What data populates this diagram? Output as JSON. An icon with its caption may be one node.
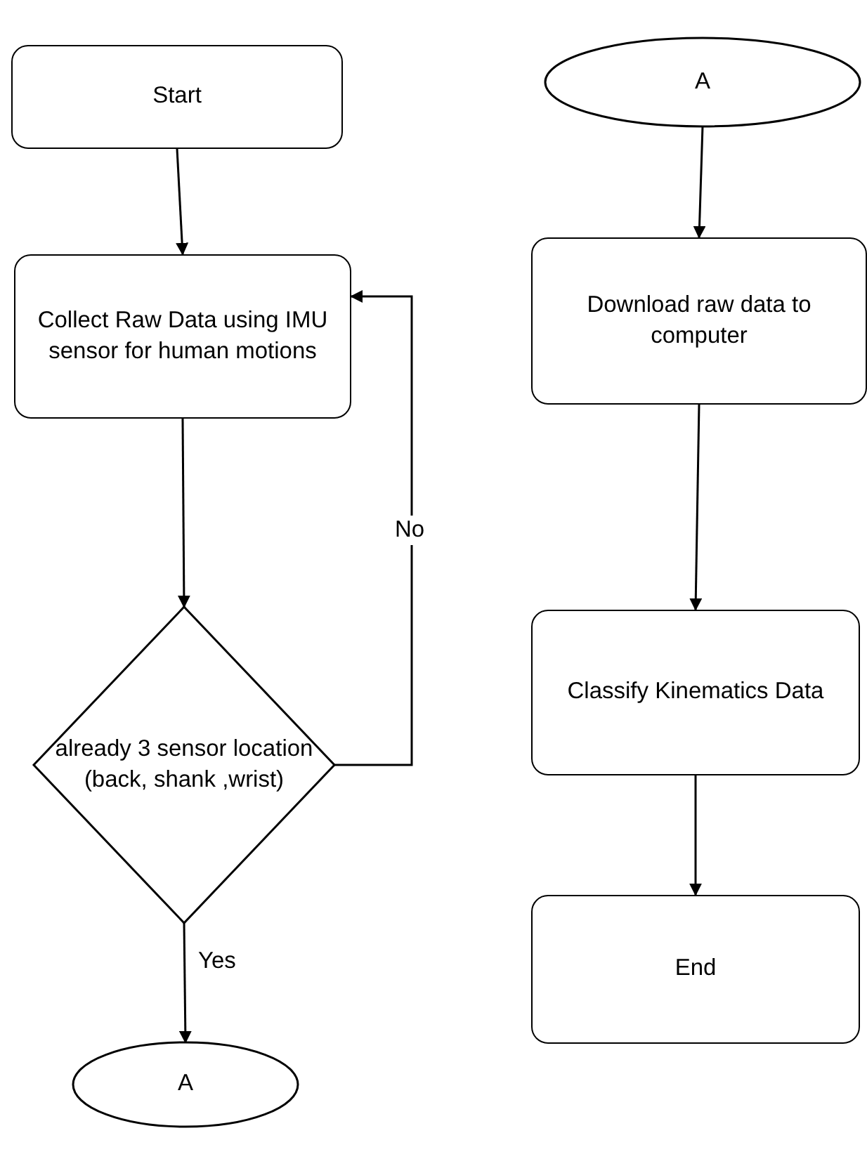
{
  "diagram": {
    "nodes": [
      {
        "text": [
          "Start"
        ]
      },
      {
        "text": [
          "Collect Raw Data using IMU sensor for human motions"
        ]
      },
      {
        "text": [
          "already 3 sensor location (back, shank ,wrist)"
        ]
      },
      {
        "text": [
          "A"
        ]
      },
      {
        "text": [
          "A"
        ]
      },
      {
        "text": [
          "Download raw data to computer"
        ]
      },
      {
        "text": [
          "Classify Kinematics Data"
        ]
      },
      {
        "text": [
          "End"
        ]
      }
    ],
    "edges": [
      {
        "from": 0,
        "to": 1,
        "arrow": "to"
      },
      {
        "from": 1,
        "to": 2,
        "arrow": "to"
      },
      {
        "from": 2,
        "to": 1,
        "arrow": "to",
        "label": "No"
      },
      {
        "from": 2,
        "to": 3,
        "arrow": "to",
        "label": "Yes"
      },
      {
        "from": 4,
        "to": 5,
        "arrow": "to"
      },
      {
        "from": 5,
        "to": 6,
        "arrow": "to"
      },
      {
        "from": 6,
        "to": 7,
        "arrow": "to"
      }
    ]
  }
}
